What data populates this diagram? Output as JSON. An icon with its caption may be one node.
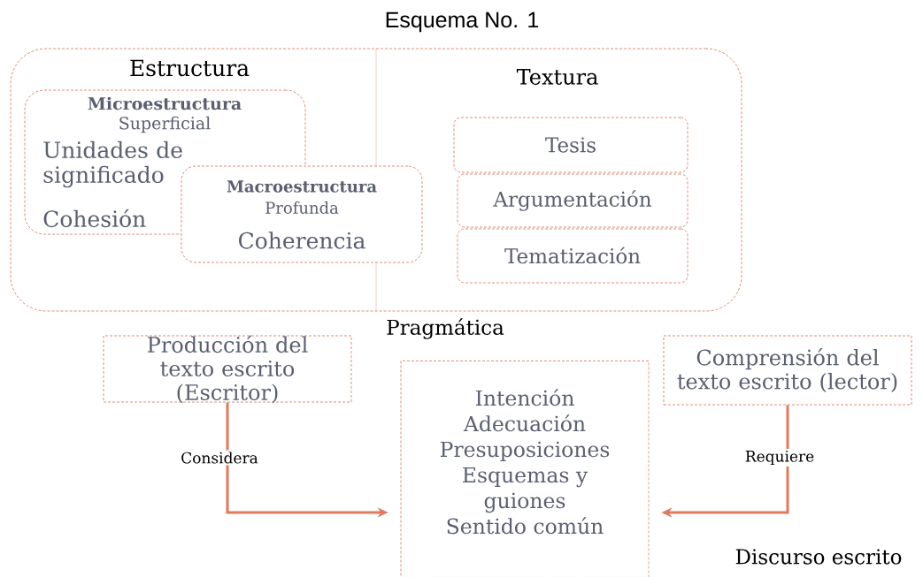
{
  "diagram": {
    "title": "Esquema No. 1",
    "nodes": [
      {
        "text": [
          "Estructura",
          "Textura"
        ]
      },
      {
        "text": [
          "Microestructura",
          "Superficial",
          "Unidades de significado",
          "Cohesión"
        ],
        "in": 0
      },
      {
        "text": [
          "Macroestructura",
          "Profunda",
          "Coherencia"
        ],
        "in": 0
      },
      {
        "text": [
          "Tesis"
        ],
        "in": 0
      },
      {
        "text": [
          "Argumentación"
        ],
        "in": 0
      },
      {
        "text": [
          "Tematización"
        ],
        "in": 0
      },
      {
        "text": [
          "Producción del texto escrito (Escritor)"
        ]
      },
      {
        "text": [
          "Intención",
          "Adecuación",
          "Presuposiciones",
          "Esquemas y guiones",
          "Sentido común"
        ]
      },
      {
        "text": [
          "Comprensión del texto escrito (lector)"
        ]
      }
    ],
    "edges": [
      {
        "from": 6,
        "to": 7,
        "arrow": "to",
        "label": "Considera"
      },
      {
        "from": 8,
        "to": 7,
        "arrow": "to",
        "label": "Requiere"
      }
    ],
    "labels": [
      "Pragmática",
      "Discurso escrito"
    ]
  }
}
